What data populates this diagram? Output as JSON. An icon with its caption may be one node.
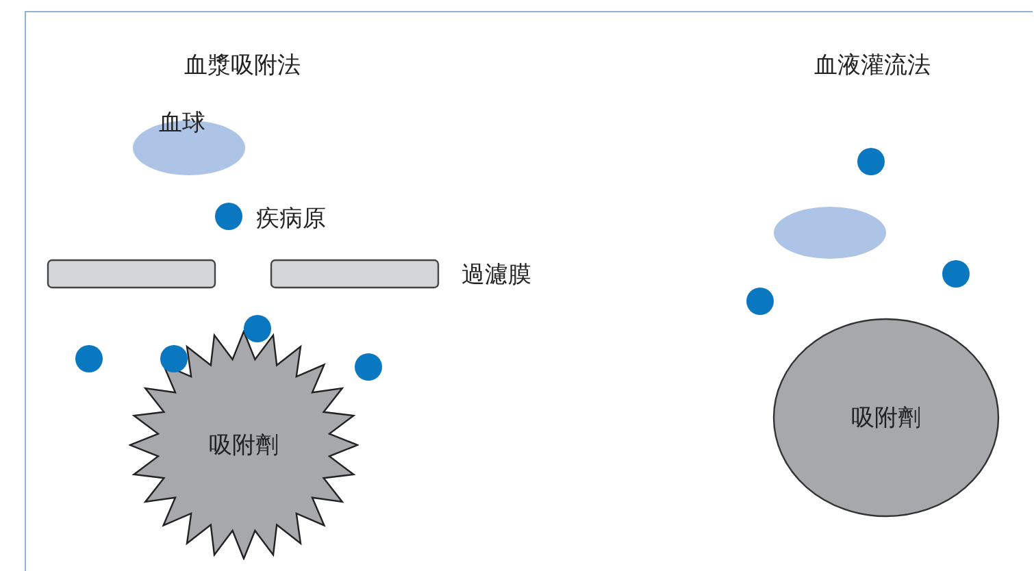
{
  "diagram": {
    "nodes": [
      {
        "text": [
          "血球"
        ]
      },
      {
        "text": [],
        "shape": "ellipse"
      },
      {
        "text": [
          "吸附劑"
        ]
      },
      {
        "text": [
          "吸附劑"
        ]
      },
      {
        "text": [],
        "shape": "bar"
      },
      {
        "text": [],
        "shape": "bar"
      }
    ],
    "edges": [],
    "labels": [
      "血漿吸附法",
      "血液灌流法",
      "疾病原",
      "過濾膜"
    ]
  }
}
